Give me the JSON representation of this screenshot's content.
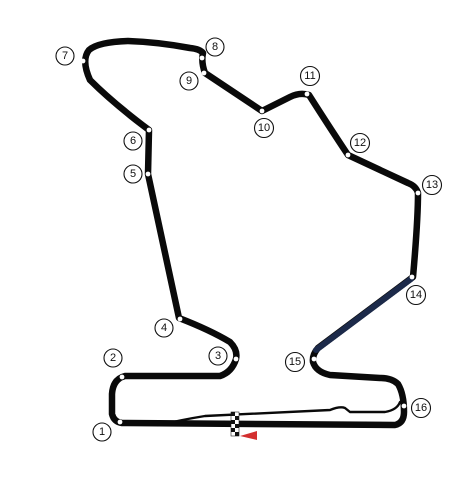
{
  "corners": [
    {
      "id": "turn-1",
      "label": "1"
    },
    {
      "id": "turn-2",
      "label": "2"
    },
    {
      "id": "turn-3",
      "label": "3"
    },
    {
      "id": "turn-4",
      "label": "4"
    },
    {
      "id": "turn-5",
      "label": "5"
    },
    {
      "id": "turn-6",
      "label": "6"
    },
    {
      "id": "turn-7",
      "label": "7"
    },
    {
      "id": "turn-8",
      "label": "8"
    },
    {
      "id": "turn-9",
      "label": "9"
    },
    {
      "id": "turn-10",
      "label": "10"
    },
    {
      "id": "turn-11",
      "label": "11"
    },
    {
      "id": "turn-12",
      "label": "12"
    },
    {
      "id": "turn-13",
      "label": "13"
    },
    {
      "id": "turn-14",
      "label": "14"
    },
    {
      "id": "turn-15",
      "label": "15"
    },
    {
      "id": "turn-16",
      "label": "16"
    }
  ],
  "colors": {
    "track": "#0a0a0a",
    "drs_segment": "#1c2a4a",
    "direction_arrow": "#d32f2f",
    "background": "#ffffff"
  },
  "icons": {
    "start_finish": "checkered-flag-icon",
    "direction": "direction-arrow-icon"
  }
}
